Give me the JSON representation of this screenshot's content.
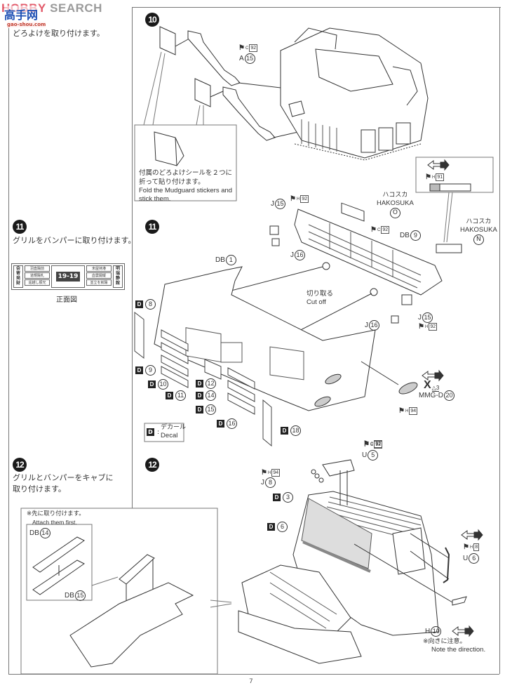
{
  "watermark": {
    "brand_part1": "HOBBY",
    "brand_part2": "SEARCH",
    "logo_chars": "高手网",
    "logo_sub": "gao-shou.com"
  },
  "icons": {
    "step_badge": "filled-circle-number",
    "paint_flag": "paint-code-flag-icon",
    "decal_box": "decal-d-icon",
    "direction_arrow": "left-right-arrow-icon",
    "warning_triangle": "warning-triangle-icon"
  },
  "left_column": {
    "step10": {
      "instruction_jp": "どろよけを取り付けます。"
    },
    "step11": {
      "number": "11",
      "instruction_jp": "グリルをバンパーに取り付けます。",
      "front_view_caption": "正面図",
      "front_panel": {
        "left_tag": "会\n寄\n発\n財",
        "left_plates": [
          "羽直陽前",
          "道規陽札",
          "遥越し振光"
        ],
        "center_display": "19-19",
        "right_plates": [
          "末屋持港",
          "血雲開縦",
          "並立を就陽"
        ],
        "right_tag": "明\n瑞\n静\n館"
      }
    },
    "step12": {
      "number": "12",
      "instruction_jp_line1": "グリルとバンパーをキャブに",
      "instruction_jp_line2": "取り付けます。"
    }
  },
  "step10_panel": {
    "number": "10",
    "paint_ref": {
      "flag": "P",
      "sub": "C",
      "num": "92"
    },
    "part_label": {
      "letter": "A",
      "num": "15"
    },
    "note_jp_line1": "付属のどろよけシールを２つに",
    "note_jp_line2": "折って貼り付けます。",
    "note_en_line1": "Fold the Mudguard stickers and",
    "note_en_line2": "stick them."
  },
  "step11_panel": {
    "number": "11",
    "labels": {
      "j15_top": {
        "letter": "J",
        "num": "15"
      },
      "ph92_top": {
        "flag": "P",
        "sub": "H",
        "num": "92"
      },
      "j16_top": {
        "letter": "J",
        "num": "16"
      },
      "hakosuka_o_jp": "ハコスカ",
      "hakosuka_o_en": "HAKOSUKA",
      "hakosuka_o_part": "O",
      "pc92_grille": {
        "flag": "P",
        "sub": "C",
        "num": "92"
      },
      "db9": {
        "letter": "DB",
        "num": "9"
      },
      "inset_paint": {
        "flag": "P",
        "sub": "H",
        "num": "91"
      },
      "hakosuka_n_jp": "ハコスカ",
      "hakosuka_n_en": "HAKOSUKA",
      "hakosuka_n_part": "N",
      "db1": {
        "letter": "DB",
        "num": "1"
      },
      "cut_off_jp": "切り取る",
      "cut_off_en": "Cut off",
      "j15_bottom": {
        "letter": "J",
        "num": "15"
      },
      "ph92_bottom": {
        "flag": "P",
        "sub": "H",
        "num": "92"
      },
      "j16_bottom": {
        "letter": "J",
        "num": "16"
      },
      "x3": {
        "letter": "X",
        "num": "3"
      },
      "mmgd20": {
        "letter": "MMG-D",
        "num": "20"
      },
      "ph94": {
        "flag": "P",
        "sub": "H",
        "num": "94"
      },
      "pc92_bottom": {
        "flag": "P",
        "sub": "C",
        "num": "92"
      }
    },
    "decals": [
      {
        "id": "d8",
        "num": "8"
      },
      {
        "id": "d9",
        "num": "9"
      },
      {
        "id": "d10",
        "num": "10"
      },
      {
        "id": "d11",
        "num": "11"
      },
      {
        "id": "d12",
        "num": "12"
      },
      {
        "id": "d14",
        "num": "14"
      },
      {
        "id": "d15",
        "num": "15"
      },
      {
        "id": "d16",
        "num": "16"
      },
      {
        "id": "d18",
        "num": "18"
      }
    ],
    "decal_legend": {
      "key": "D",
      "jp": "デカール",
      "en": "Decal"
    }
  },
  "step12_panel": {
    "number": "12",
    "inset_note_jp": "※先に取り付けます。",
    "inset_note_en": "Attach them first.",
    "db14": {
      "letter": "DB",
      "num": "14"
    },
    "db15": {
      "letter": "DB",
      "num": "15"
    },
    "pc92": {
      "flag": "P",
      "sub": "C",
      "num": "92"
    },
    "u5": {
      "letter": "U",
      "num": "5"
    },
    "ph94": {
      "flag": "P",
      "sub": "H",
      "num": "94"
    },
    "j8": {
      "letter": "J",
      "num": "8"
    },
    "d3": {
      "num": "3"
    },
    "d6": {
      "num": "6"
    },
    "ph8": {
      "flag": "P",
      "sub": "H",
      "num": "8"
    },
    "u6": {
      "letter": "U",
      "num": "6"
    },
    "h10": {
      "letter": "H",
      "num": "10"
    },
    "direction_note_jp": "※向きに注意。",
    "direction_note_en": "Note the direction."
  },
  "footer": {
    "page_number": "7"
  }
}
